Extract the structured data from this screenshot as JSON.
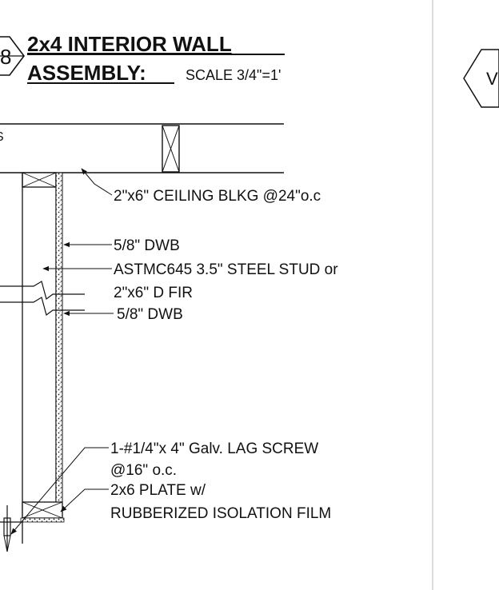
{
  "title": {
    "detail_number": "8",
    "line1": "2x4  INTERIOR WALL",
    "line2": "ASSEMBLY:",
    "scale": "SCALE  3/4\"=1'"
  },
  "labels": {
    "left_edge_fragment": "S",
    "ceiling_blocking": "2\"x6\" CEILING BLKG @24\"o.c",
    "dwb_top": "5/8\" DWB",
    "stud_line1": "ASTMC645 3.5\"  STEEL STUD or",
    "stud_line2": "2\"x6\" D FIR",
    "dwb_bottom": "5/8\" DWB",
    "lag_screw_line1": "1-#1/4\"x 4\" Galv. LAG SCREW",
    "lag_screw_line2": "@16\" o.c.",
    "plate_line1": "2x6 PLATE w/",
    "plate_line2": "RUBBERIZED ISOLATION FILM",
    "right_detail_fragment": "V"
  },
  "colors": {
    "line": "#111111",
    "divider": "#bbbbbb",
    "background": "#ffffff"
  }
}
